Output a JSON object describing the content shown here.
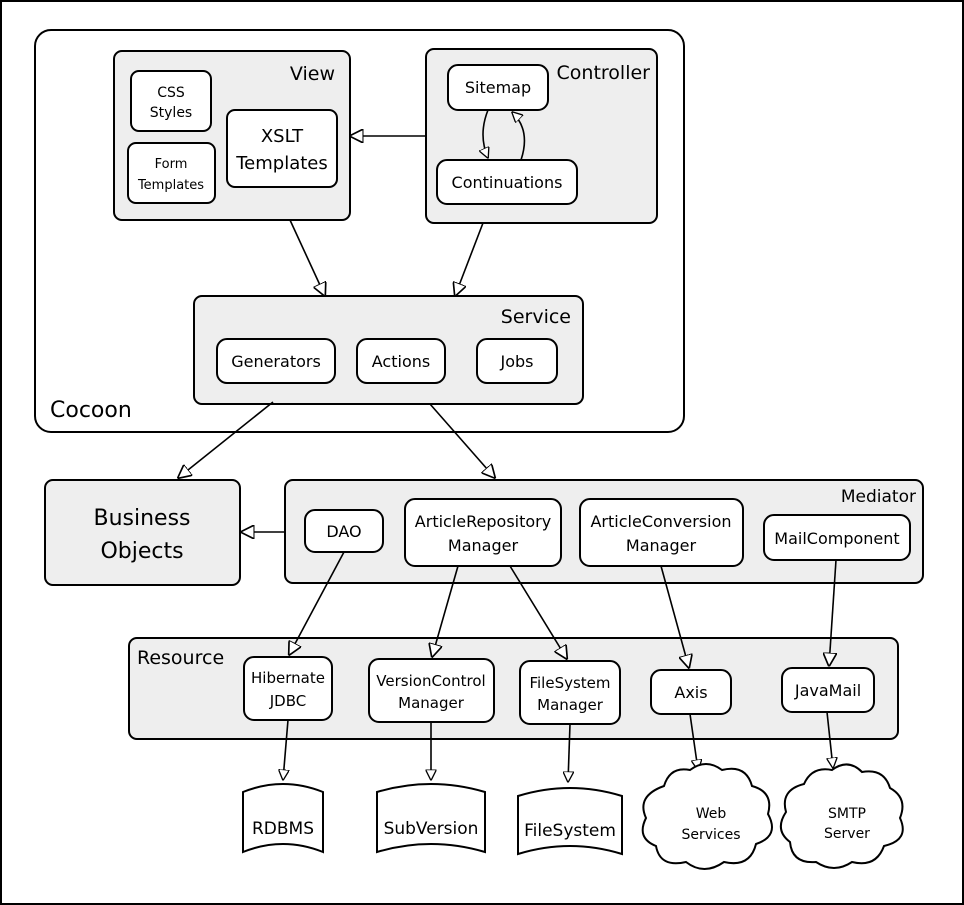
{
  "groups": {
    "cocoon": "Cocoon",
    "view": "View",
    "controller": "Controller",
    "service": "Service",
    "mediator": "Mediator",
    "resource": "Resource"
  },
  "view": {
    "css_styles": [
      "CSS",
      "Styles"
    ],
    "form_templates": [
      "Form",
      "Templates"
    ],
    "xslt_templates": [
      "XSLT",
      "Templates"
    ]
  },
  "controller": {
    "sitemap": "Sitemap",
    "continuations": "Continuations"
  },
  "service": {
    "generators": "Generators",
    "actions": "Actions",
    "jobs": "Jobs"
  },
  "business_objects": [
    "Business",
    "Objects"
  ],
  "mediator": {
    "dao": "DAO",
    "article_repository_manager": [
      "ArticleRepository",
      "Manager"
    ],
    "article_conversion_manager": [
      "ArticleConversion",
      "Manager"
    ],
    "mail_component": "MailComponent"
  },
  "resource": {
    "hibernate_jdbc": [
      "Hibernate",
      "JDBC"
    ],
    "version_control_manager": [
      "VersionControl",
      "Manager"
    ],
    "filesystem_manager": [
      "FileSystem",
      "Manager"
    ],
    "axis": "Axis",
    "javamail": "JavaMail"
  },
  "stores": {
    "rdbms": "RDBMS",
    "subversion": "SubVersion",
    "filesystem": "FileSystem"
  },
  "clouds": {
    "web_services": [
      "Web",
      "Services"
    ],
    "smtp_server": [
      "SMTP",
      "Server"
    ]
  }
}
